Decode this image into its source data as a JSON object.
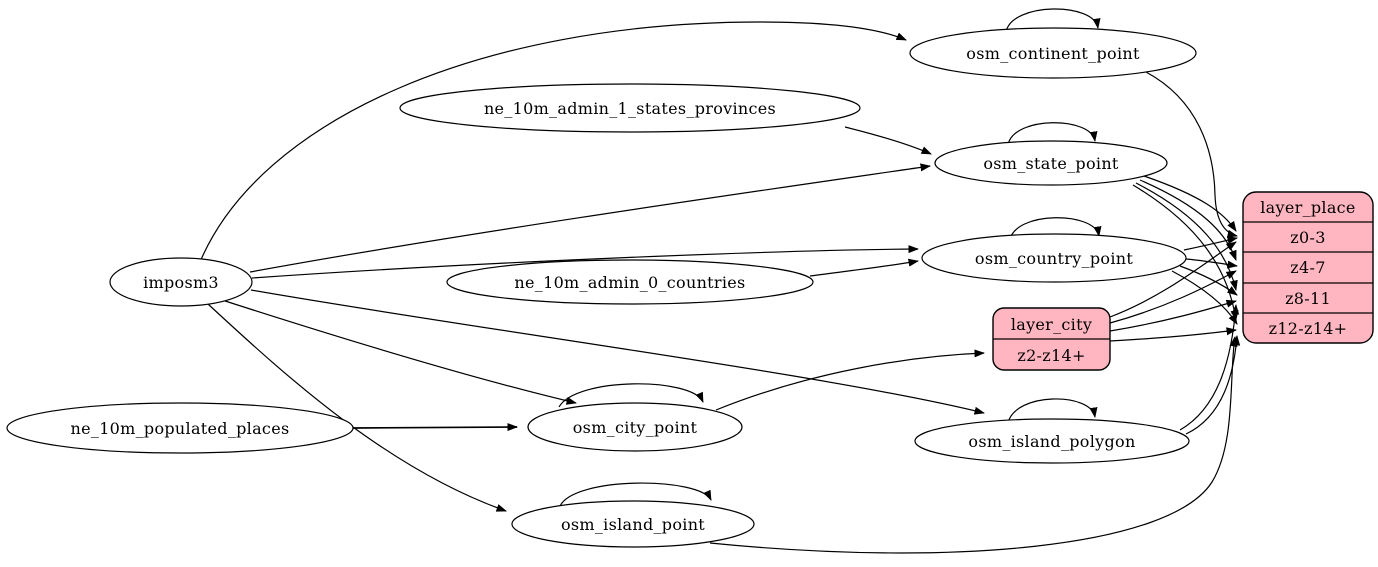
{
  "diagram": {
    "type": "etl-graph",
    "background": "#ffffff",
    "colors": {
      "node_fill": "#ffffff",
      "layer_fill": "#ffb6c1",
      "stroke": "#000000",
      "text": "#000000"
    },
    "nodes": {
      "imposm3": {
        "label": "imposm3",
        "shape": "ellipse"
      },
      "ne_10m_populated_places": {
        "label": "ne_10m_populated_places",
        "shape": "ellipse"
      },
      "ne_10m_admin_1_states_provinces": {
        "label": "ne_10m_admin_1_states_provinces",
        "shape": "ellipse"
      },
      "ne_10m_admin_0_countries": {
        "label": "ne_10m_admin_0_countries",
        "shape": "ellipse"
      },
      "osm_continent_point": {
        "label": "osm_continent_point",
        "shape": "ellipse"
      },
      "osm_state_point": {
        "label": "osm_state_point",
        "shape": "ellipse"
      },
      "osm_country_point": {
        "label": "osm_country_point",
        "shape": "ellipse"
      },
      "osm_city_point": {
        "label": "osm_city_point",
        "shape": "ellipse"
      },
      "osm_island_polygon": {
        "label": "osm_island_polygon",
        "shape": "ellipse"
      },
      "osm_island_point": {
        "label": "osm_island_point",
        "shape": "ellipse"
      },
      "layer_city": {
        "title": "layer_city",
        "rows": [
          "z2-z14+"
        ],
        "shape": "record"
      },
      "layer_place": {
        "title": "layer_place",
        "rows": [
          "z0-3",
          "z4-7",
          "z8-11",
          "z12-z14+"
        ],
        "shape": "record"
      }
    },
    "edges": [
      "imposm3 -> osm_continent_point",
      "imposm3 -> osm_state_point",
      "imposm3 -> osm_country_point",
      "imposm3 -> osm_city_point",
      "imposm3 -> osm_island_polygon",
      "imposm3 -> osm_island_point",
      "ne_10m_admin_1_states_provinces -> osm_state_point",
      "ne_10m_admin_0_countries -> osm_country_point",
      "ne_10m_populated_places -> osm_city_point",
      "osm_continent_point -> osm_continent_point",
      "osm_state_point -> osm_state_point",
      "osm_country_point -> osm_country_point",
      "osm_city_point -> osm_city_point",
      "osm_island_polygon -> osm_island_polygon",
      "osm_island_point -> osm_island_point",
      "osm_city_point -> layer_city:z2-z14+",
      "osm_continent_point -> layer_place:z0-3",
      "osm_country_point -> layer_place:z0-3",
      "osm_country_point -> layer_place:z4-7",
      "osm_country_point -> layer_place:z8-11",
      "osm_country_point -> layer_place:z12-z14+",
      "osm_state_point -> layer_place:z0-3",
      "osm_state_point -> layer_place:z4-7",
      "osm_state_point -> layer_place:z8-11",
      "osm_state_point -> layer_place:z12-z14+",
      "layer_city -> layer_place:z0-3",
      "layer_city -> layer_place:z4-7",
      "layer_city -> layer_place:z8-11",
      "layer_city -> layer_place:z12-z14+",
      "osm_island_polygon -> layer_place:z8-11",
      "osm_island_polygon -> layer_place:z12-z14+",
      "osm_island_point -> layer_place:z12-z14+"
    ]
  }
}
